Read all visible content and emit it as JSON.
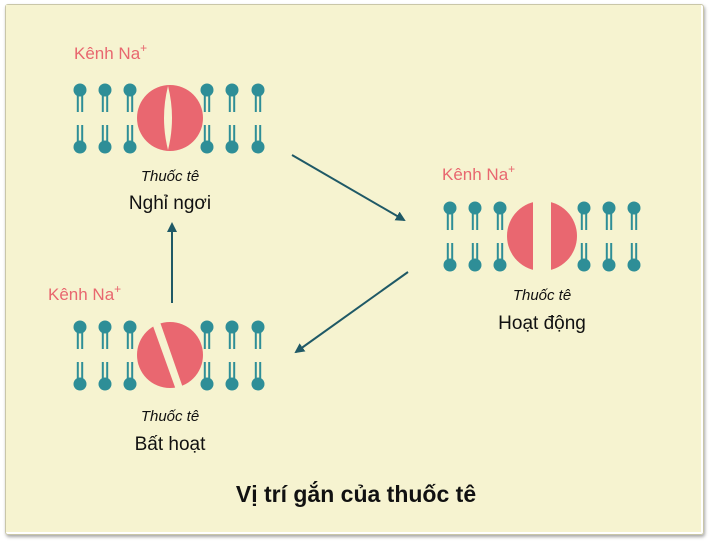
{
  "colors": {
    "background": "#f6f3d0",
    "membrane": "#2e8e97",
    "channel": "#e96770",
    "label_red": "#e8676f",
    "text": "#111111",
    "arrow": "#1f5966"
  },
  "states": [
    {
      "channel_label": "Kênh Na",
      "superscript": "+",
      "drug_label": "Thuốc tê",
      "state_label": "Nghỉ ngơi",
      "channel_shape": "closed"
    },
    {
      "channel_label": "Kênh Na",
      "superscript": "+",
      "drug_label": "Thuốc tê",
      "state_label": "Hoạt động",
      "channel_shape": "open"
    },
    {
      "channel_label": "Kênh Na",
      "superscript": "+",
      "drug_label": "Thuốc tê",
      "state_label": "Bất hoạt",
      "channel_shape": "inactivated"
    }
  ],
  "title": "Vị trí gắn của thuốc tê"
}
